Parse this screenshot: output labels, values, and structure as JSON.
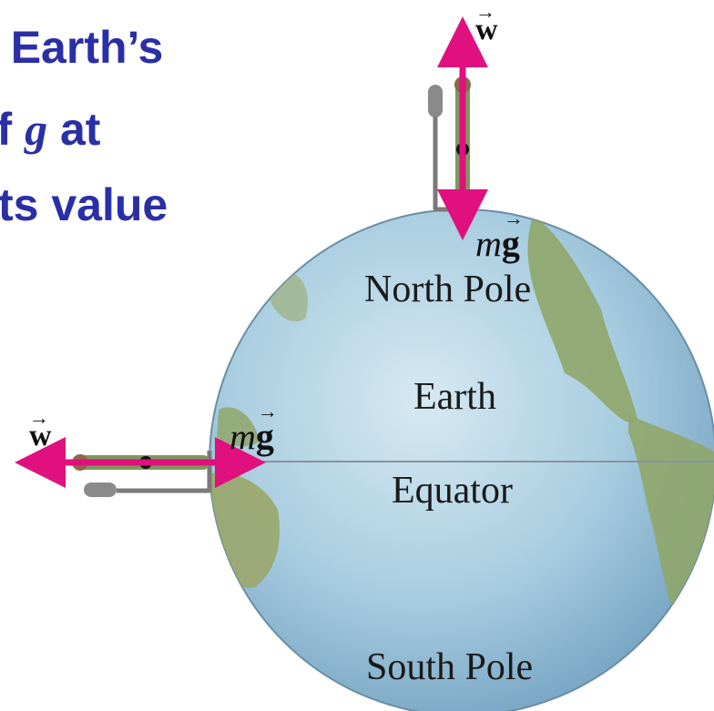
{
  "title": {
    "line1": "e Earth’s",
    "line2_prefix": "of ",
    "line2_g": "g",
    "line2_suffix": " at",
    "line3": "ts value"
  },
  "labels": {
    "north_pole": "North Pole",
    "earth": "Earth",
    "equator": "Equator",
    "south_pole": "South Pole"
  },
  "vectors": {
    "w_symbol": "w",
    "arrow_glyph": "→",
    "m_symbol": "m",
    "g_symbol": "g"
  },
  "colors": {
    "title": "#2b2fa6",
    "force_arrow": "#e0107e",
    "ocean": "#9ec3d6",
    "land": "#8fa66a",
    "scale": "#7a7a7a"
  }
}
